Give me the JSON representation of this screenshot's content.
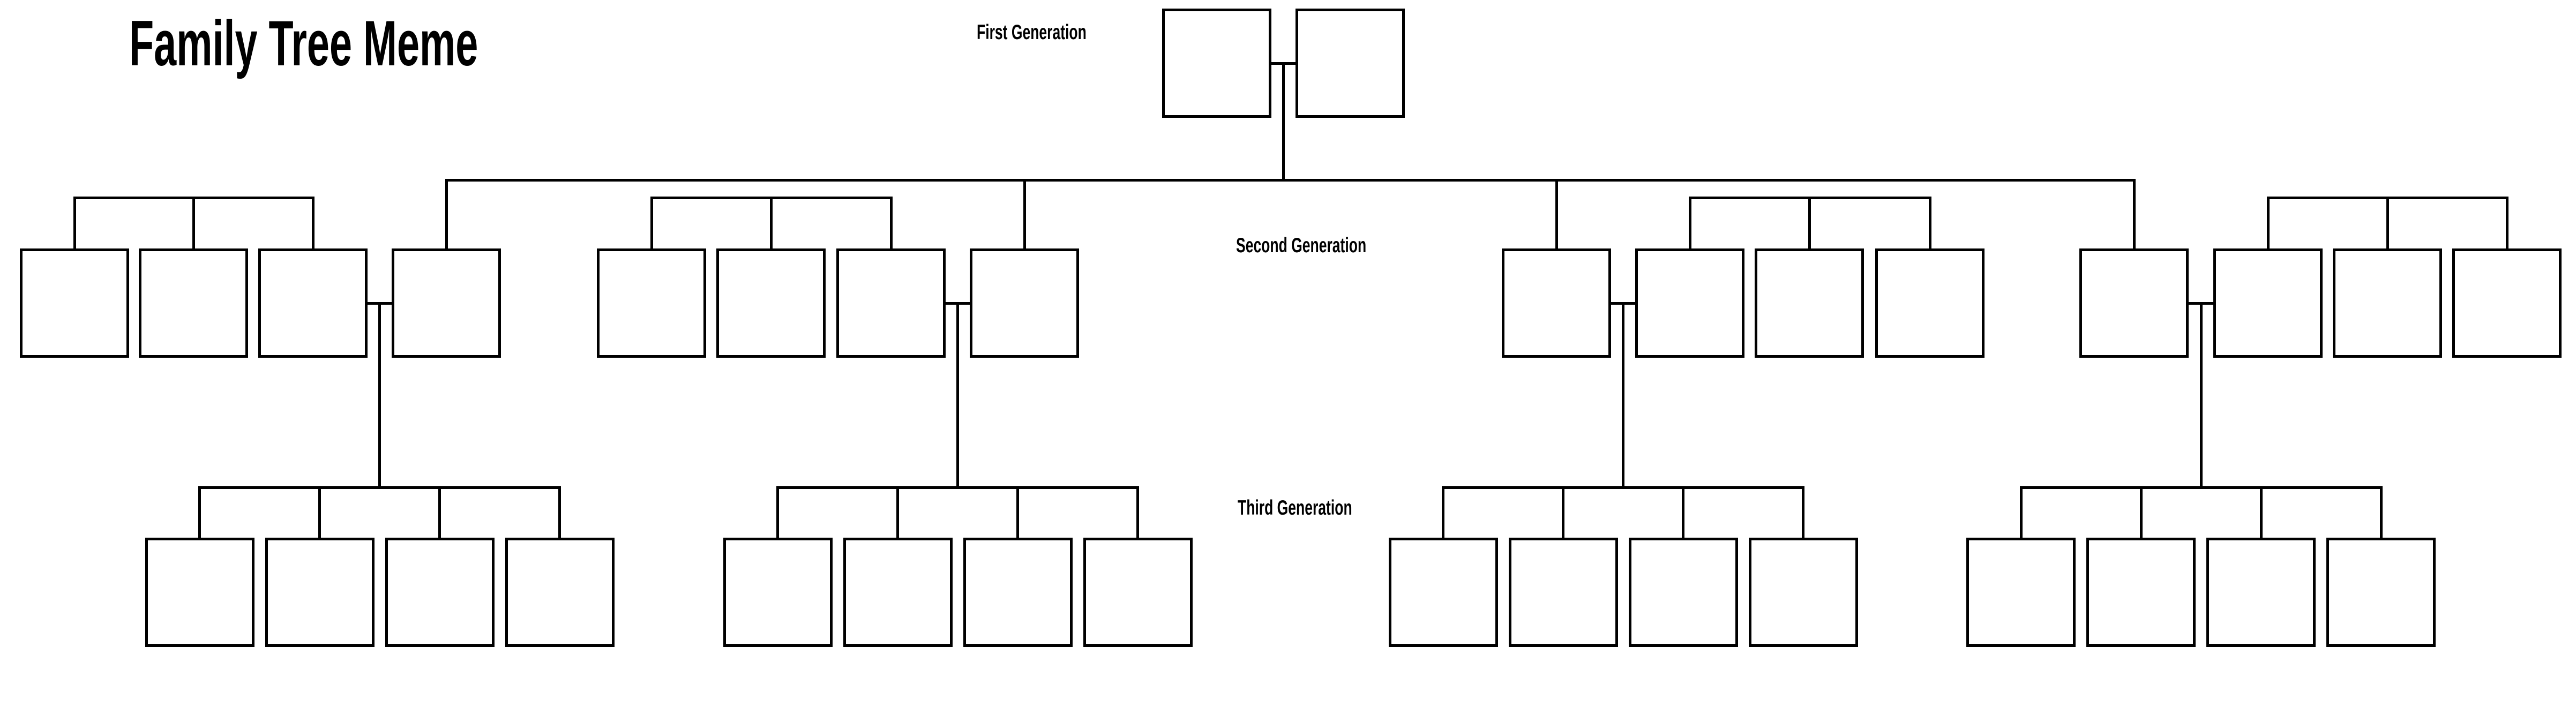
{
  "title": "Family Tree Meme",
  "generation_labels": {
    "first": "First Generation",
    "second": "Second Generation",
    "third": "Third Generation"
  },
  "colors": {
    "background": "#ffffff",
    "line": "#000000",
    "box_fill": "#ffffff",
    "text": "#000000"
  },
  "tree": {
    "generation1": {
      "couple_slots": 2
    },
    "generation2": {
      "clusters": [
        {
          "boxes": 4,
          "child_box": "rightmost",
          "bracketed_siblings": 3
        },
        {
          "boxes": 4,
          "child_box": "rightmost",
          "bracketed_siblings": 3
        },
        {
          "boxes": 4,
          "child_box": "leftmost",
          "bracketed_siblings": 3
        },
        {
          "boxes": 4,
          "child_box": "leftmost",
          "bracketed_siblings": 3
        }
      ]
    },
    "generation3": {
      "groups": [
        {
          "child_boxes": 4
        },
        {
          "child_boxes": 4
        },
        {
          "child_boxes": 4
        },
        {
          "child_boxes": 4
        }
      ]
    }
  }
}
